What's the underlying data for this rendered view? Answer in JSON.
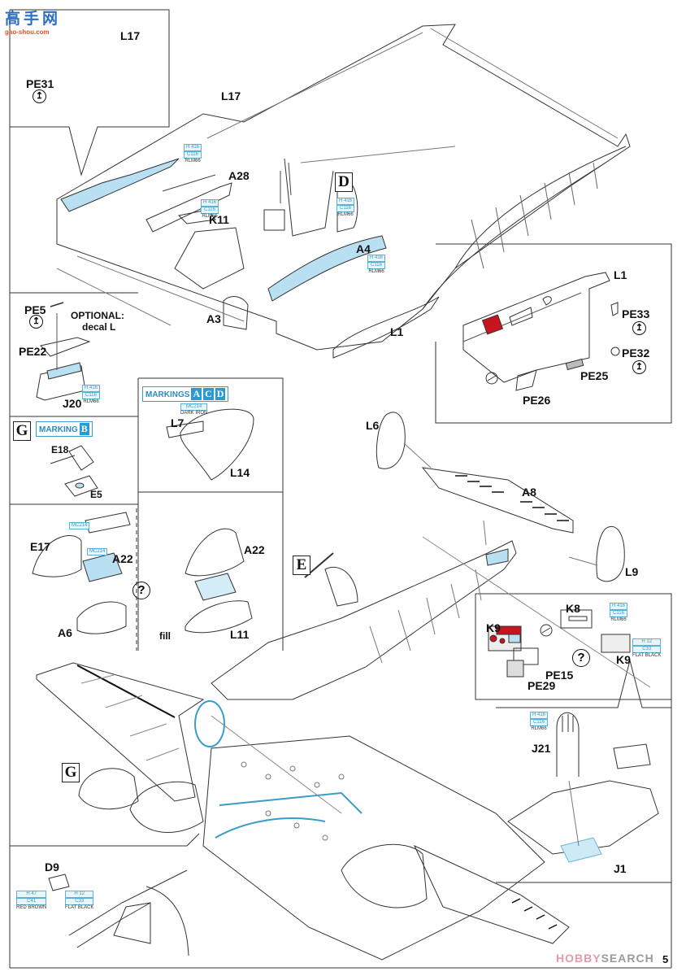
{
  "page": {
    "page_number": "5",
    "watermark_top": {
      "text": "高手网",
      "url_text": "gao-shou.com"
    },
    "watermark_bottom": {
      "brand": "HOBBY",
      "brand2": "SEARCH"
    }
  },
  "colors": {
    "clear_part_fill": "#b9e0f2",
    "paint_callout": "#3a9cc8",
    "red_panel": "#c8141e",
    "line": "#333333"
  },
  "step_letters": [
    "D",
    "E",
    "G",
    "G"
  ],
  "part_labels": {
    "l17_inset": "L17",
    "pe31": "PE31",
    "l17_main": "L17",
    "a28": "A28",
    "k11": "K11",
    "d_marker": "D",
    "a4": "A4",
    "a3": "A3",
    "l1_main": "L1",
    "l1_inset": "L1",
    "pe33": "PE33",
    "pe32": "PE32",
    "pe25": "PE25",
    "pe26": "PE26",
    "pe5": "PE5",
    "optional": "OPTIONAL:",
    "optional_sub": "decal L",
    "pe22": "PE22",
    "j20": "J20",
    "g_marker": "G",
    "e18": "E18",
    "e5": "E5",
    "l7": "L7",
    "l14": "L14",
    "e17": "E17",
    "a22_left": "A22",
    "a6": "A6",
    "a22_right": "A22",
    "fill": "fill",
    "l11": "L11",
    "l6": "L6",
    "a8": "A8",
    "l9": "L9",
    "e_marker": "E",
    "k8": "K8",
    "k9_left": "K9",
    "k9_right": "K9",
    "pe15": "PE15",
    "pe29": "PE29",
    "j21": "J21",
    "j1": "J1",
    "g_marker2": "G",
    "d9": "D9"
  },
  "markings": {
    "marking_b": {
      "label": "MARKING",
      "letters": [
        "B"
      ]
    },
    "markings_acd": {
      "label": "MARKINGS",
      "letters": [
        "A",
        "C",
        "D"
      ]
    }
  },
  "paint_callouts": {
    "rlm66": {
      "hobby": "H 416",
      "mr_color": "C116",
      "name": "RLM66"
    },
    "mc214": {
      "code": "MC214",
      "name": "DARK IRON"
    },
    "flat_black": {
      "hobby": "H 12",
      "mr_color": "C33",
      "name": "FLAT BLACK"
    },
    "red_brown": {
      "hobby": "H 47",
      "mr_color": "C41",
      "name": "RED BROWN"
    }
  },
  "symbols": {
    "turn_icon": "↥",
    "question": "?"
  }
}
